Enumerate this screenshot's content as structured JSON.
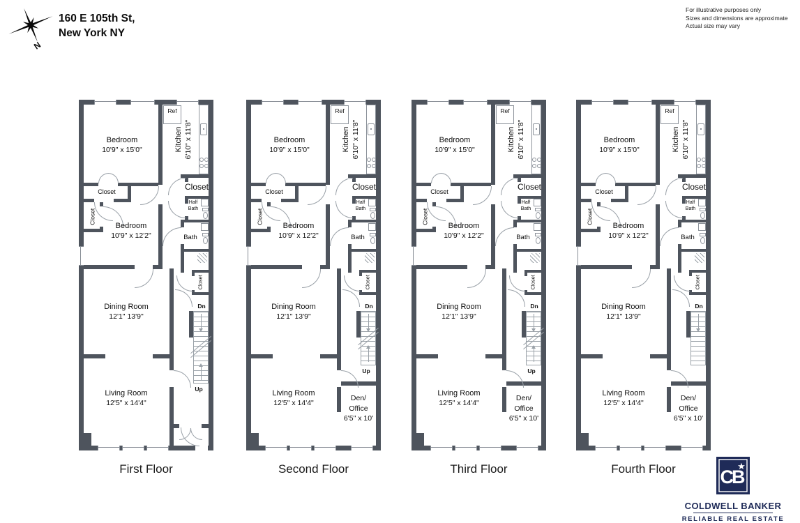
{
  "header": {
    "address_line1": "160 E 105th St,",
    "address_line2": "New York NY",
    "compass_label": "N"
  },
  "disclaimer": {
    "line1": "For illustrative purposes only",
    "line2": "Sizes and dimensions are approximate",
    "line3": "Actual size may vary"
  },
  "rooms": {
    "bedroom_large": {
      "name": "Bedroom",
      "dims": "10'9\" x 15'0\""
    },
    "bedroom_small": {
      "name": "Bedroom",
      "dims": "10'9\" x 12'2\""
    },
    "kitchen": {
      "name": "Kitchen",
      "dims": "6'10\" x 11'8\""
    },
    "dining_room": {
      "name": "Dining Room",
      "dims": "12'1\" 13'9\""
    },
    "living_room": {
      "name": "Living Room",
      "dims": "12'5\" x 14'4\""
    },
    "den_office": {
      "name_line1": "Den/",
      "name_line2": "Office",
      "dims": "6'5\" x 10'"
    },
    "closet": "Closet",
    "half_bath_line1": "Half",
    "half_bath_line2": "Bath",
    "bath": "Bath",
    "refrigerator": "Ref"
  },
  "stairs": {
    "down": "Dn",
    "up": "Up"
  },
  "floors": [
    {
      "label": "First Floor",
      "den_office": false,
      "stairs_up": true,
      "entry": true
    },
    {
      "label": "Second Floor",
      "den_office": true,
      "stairs_up": true,
      "entry": false
    },
    {
      "label": "Third Floor",
      "den_office": true,
      "stairs_up": true,
      "entry": false
    },
    {
      "label": "Fourth Floor",
      "den_office": true,
      "stairs_up": false,
      "entry": false
    }
  ],
  "logo": {
    "monogram": "CB",
    "star": "★",
    "brand": "COLDWELL BANKER",
    "tagline": "RELIABLE REAL ESTATE",
    "navy": "#1f2b58"
  },
  "colors": {
    "wall": "#4e545d",
    "background": "#ffffff"
  }
}
